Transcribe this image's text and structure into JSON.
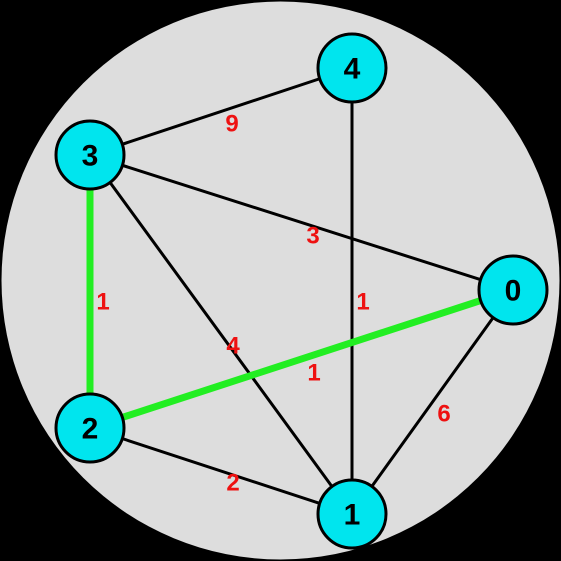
{
  "colors": {
    "background_disc": "#dddddd",
    "node_fill": "#00e5ee",
    "node_stroke": "#000000",
    "edge_default": "#000000",
    "edge_highlight": "#22ee22",
    "weight_text": "#ee1111"
  },
  "nodes": [
    {
      "id": "0",
      "label": "0"
    },
    {
      "id": "1",
      "label": "1"
    },
    {
      "id": "2",
      "label": "2"
    },
    {
      "id": "3",
      "label": "3"
    },
    {
      "id": "4",
      "label": "4"
    }
  ],
  "edges": [
    {
      "from": "3",
      "to": "4",
      "weight": "9",
      "highlighted": false
    },
    {
      "from": "3",
      "to": "0",
      "weight": "3",
      "highlighted": false
    },
    {
      "from": "3",
      "to": "2",
      "weight": "1",
      "highlighted": true
    },
    {
      "from": "3",
      "to": "1",
      "weight": "4",
      "highlighted": false
    },
    {
      "from": "4",
      "to": "1",
      "weight": "1",
      "highlighted": false
    },
    {
      "from": "2",
      "to": "0",
      "weight": "1",
      "highlighted": true
    },
    {
      "from": "0",
      "to": "1",
      "weight": "6",
      "highlighted": false
    },
    {
      "from": "2",
      "to": "1",
      "weight": "2",
      "highlighted": false
    }
  ]
}
